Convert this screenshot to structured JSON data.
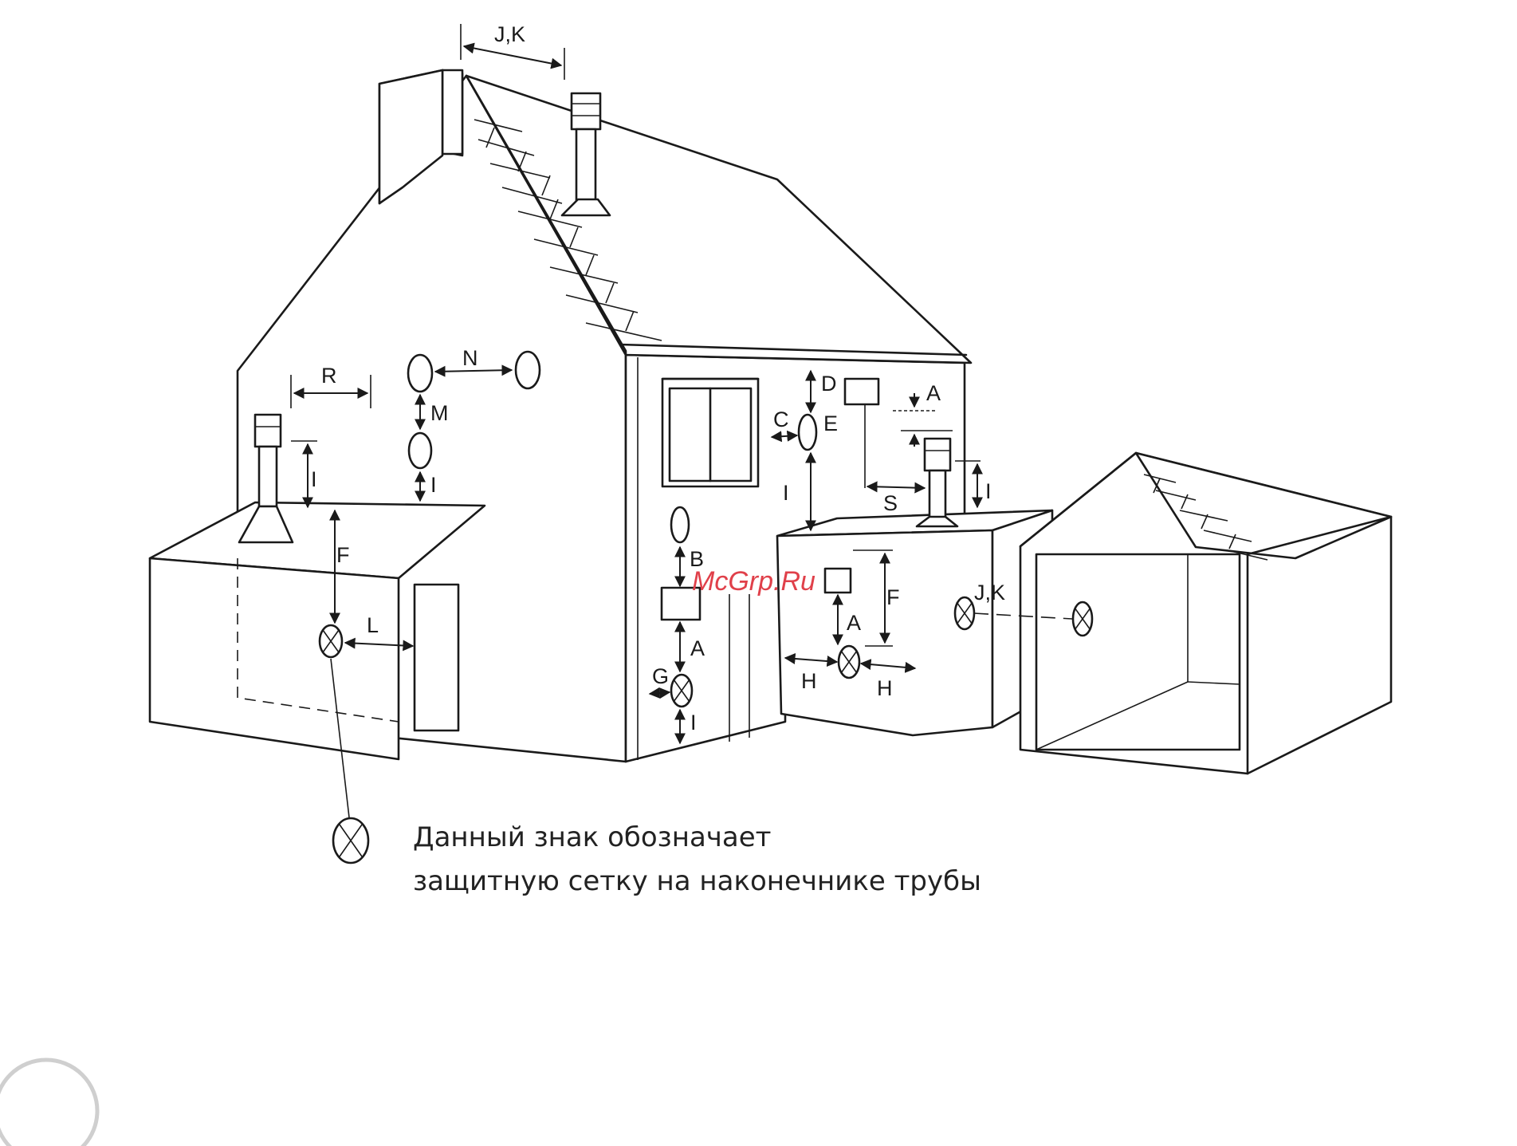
{
  "labels": {
    "jk_top": "J,K",
    "jk_garage": "J,K",
    "r": "R",
    "n": "N",
    "m": "M",
    "i": "I",
    "f": "F",
    "l": "L",
    "d": "D",
    "a": "A",
    "c": "C",
    "e": "E",
    "s": "S",
    "b": "B",
    "g": "G",
    "h": "H"
  },
  "watermark": "McGrp.Ru",
  "legend": {
    "line1": "Данный знак обозначает",
    "line2": "защитную сетку на наконечнике трубы"
  }
}
